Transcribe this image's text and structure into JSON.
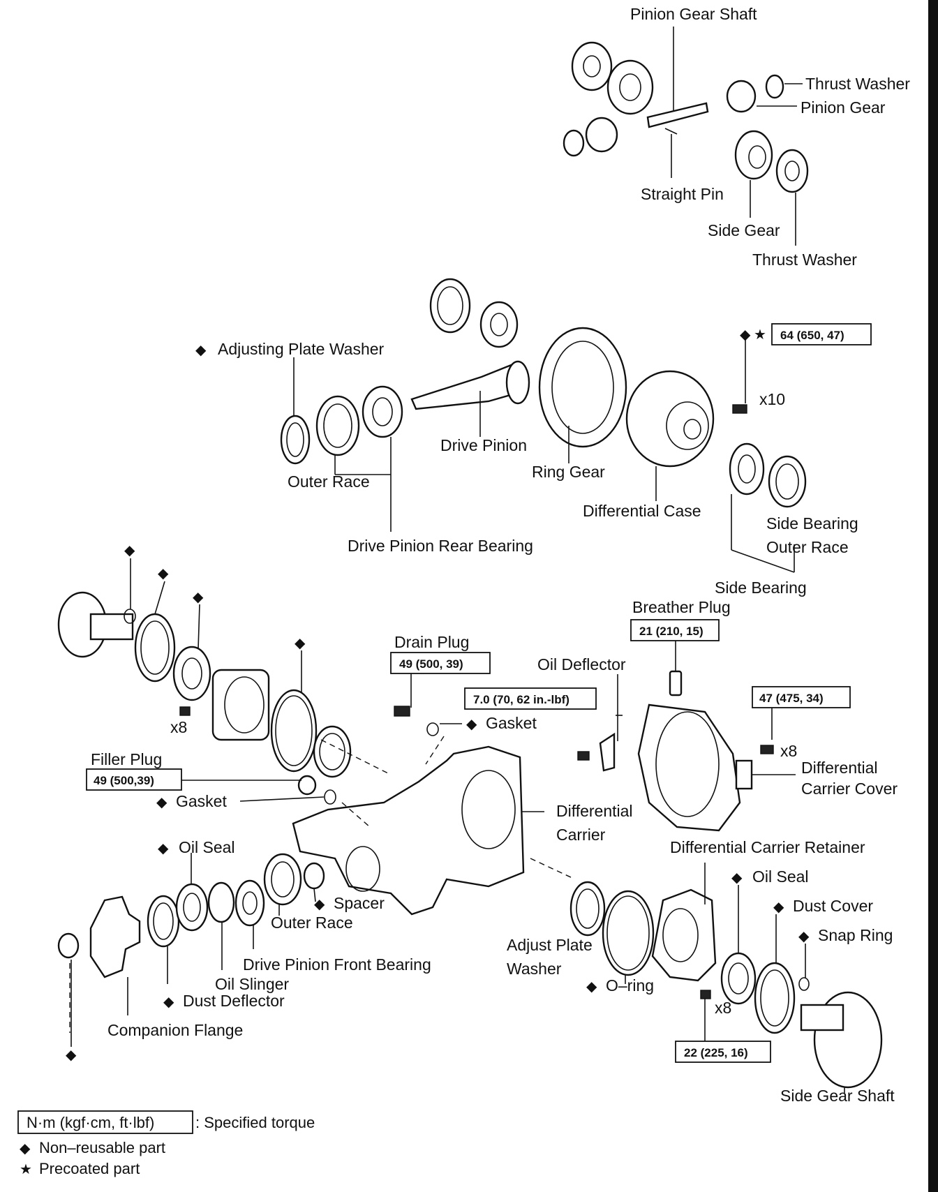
{
  "labels": {
    "pinion_gear_shaft": "Pinion Gear Shaft",
    "thrust_washer_top": "Thrust Washer",
    "pinion_gear": "Pinion Gear",
    "straight_pin": "Straight Pin",
    "side_gear": "Side Gear",
    "thrust_washer_bottom": "Thrust Washer",
    "adjusting_plate_washer": "Adjusting Plate Washer",
    "outer_race_top": "Outer Race",
    "drive_pinion": "Drive Pinion",
    "ring_gear": "Ring Gear",
    "drive_pinion_rear_bearing": "Drive Pinion Rear Bearing",
    "differential_case": "Differential Case",
    "side_bearing_outer_race_1": "Side Bearing",
    "side_bearing_outer_race_2": "Outer Race",
    "side_bearing": "Side Bearing",
    "breather_plug": "Breather Plug",
    "drain_plug": "Drain Plug",
    "oil_deflector": "Oil Deflector",
    "gasket_drain": "Gasket",
    "filler_plug": "Filler Plug",
    "gasket_filler": "Gasket",
    "differential_carrier_1": "Differential",
    "differential_carrier_2": "Carrier",
    "differential_carrier_cover_1": "Differential",
    "differential_carrier_cover_2": "Carrier Cover",
    "differential_carrier_retainer": "Differential Carrier Retainer",
    "oil_seal_left": "Oil Seal",
    "spacer": "Spacer",
    "outer_race_bottom": "Outer Race",
    "drive_pinion_front_bearing": "Drive Pinion Front Bearing",
    "oil_slinger": "Oil Slinger",
    "dust_deflector": "Dust Deflector",
    "companion_flange": "Companion Flange",
    "adjust_plate_washer_1": "Adjust Plate",
    "adjust_plate_washer_2": "Washer",
    "o_ring": "O–ring",
    "oil_seal_right": "Oil Seal",
    "dust_cover": "Dust Cover",
    "snap_ring": "Snap Ring",
    "side_gear_shaft": "Side Gear Shaft",
    "x10": "x10",
    "x8_left": "x8",
    "x8_cover": "x8",
    "x8_retainer": "x8"
  },
  "torques": {
    "case_bolt": "64 (650, 47)",
    "breather_plug": "21 (210, 15)",
    "drain_plug": "49 (500, 39)",
    "oil_deflector": "7.0 (70, 62 in.-lbf)",
    "cover_bolt": "47 (475, 34)",
    "filler_plug": "49 (500,39)",
    "retainer_bolt": "22 (225, 16)"
  },
  "legend": {
    "torque_unit": "N·m (kgf·cm, ft·lbf)",
    "torque_text": ": Specified torque",
    "nonreusable_text": "Non–reusable part",
    "precoated_text": "Precoated part"
  },
  "symbols": {
    "non_reusable": "◆",
    "precoated": "★"
  }
}
